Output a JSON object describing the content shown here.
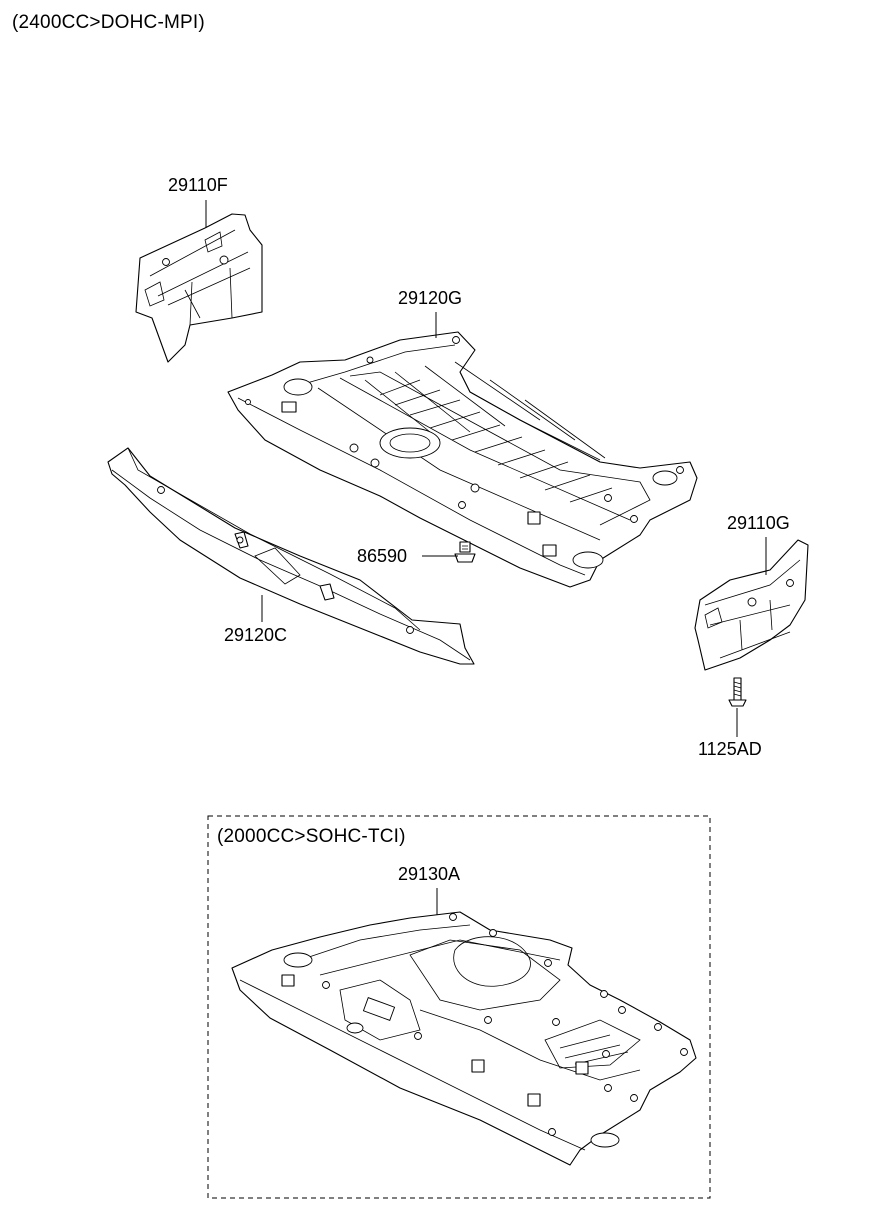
{
  "headers": {
    "main_variant": "(2400CC>DOHC-MPI)",
    "alt_variant": "(2000CC>SOHC-TCI)"
  },
  "parts": {
    "fender_cover_left": "29110F",
    "under_cover_main": "29120G",
    "front_cover": "29120C",
    "clip": "86590",
    "fender_cover_right": "29110G",
    "screw": "1125AD",
    "under_cover_alt": "29130A"
  }
}
